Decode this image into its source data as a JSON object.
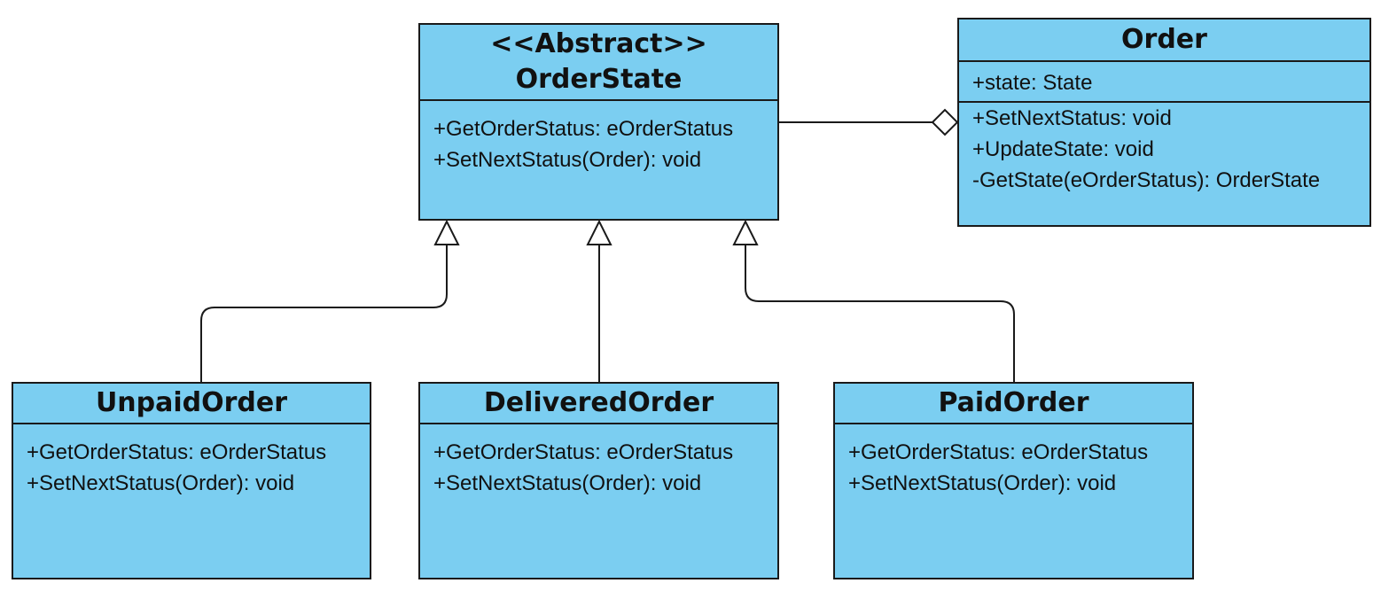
{
  "diagram": {
    "colors": {
      "class_fill": "#7bcef1",
      "stroke": "#1a1a1a"
    },
    "classes": {
      "order_state": {
        "stereotype": "<<Abstract>>",
        "name": "OrderState",
        "methods": [
          "+GetOrderStatus: eOrderStatus",
          "+SetNextStatus(Order): void"
        ]
      },
      "order": {
        "name": "Order",
        "attributes": [
          "+state: State"
        ],
        "methods": [
          "+SetNextStatus: void",
          "+UpdateState: void",
          "-GetState(eOrderStatus): OrderState"
        ]
      },
      "unpaid_order": {
        "name": "UnpaidOrder",
        "methods": [
          "+GetOrderStatus: eOrderStatus",
          "+SetNextStatus(Order): void"
        ]
      },
      "delivered_order": {
        "name": "DeliveredOrder",
        "methods": [
          "+GetOrderStatus: eOrderStatus",
          "+SetNextStatus(Order): void"
        ]
      },
      "paid_order": {
        "name": "PaidOrder",
        "methods": [
          "+GetOrderStatus: eOrderStatus",
          "+SetNextStatus(Order): void"
        ]
      }
    },
    "relations": [
      {
        "type": "aggregation",
        "from": "Order",
        "to": "OrderState"
      },
      {
        "type": "generalization",
        "from": "UnpaidOrder",
        "to": "OrderState"
      },
      {
        "type": "generalization",
        "from": "DeliveredOrder",
        "to": "OrderState"
      },
      {
        "type": "generalization",
        "from": "PaidOrder",
        "to": "OrderState"
      }
    ]
  }
}
